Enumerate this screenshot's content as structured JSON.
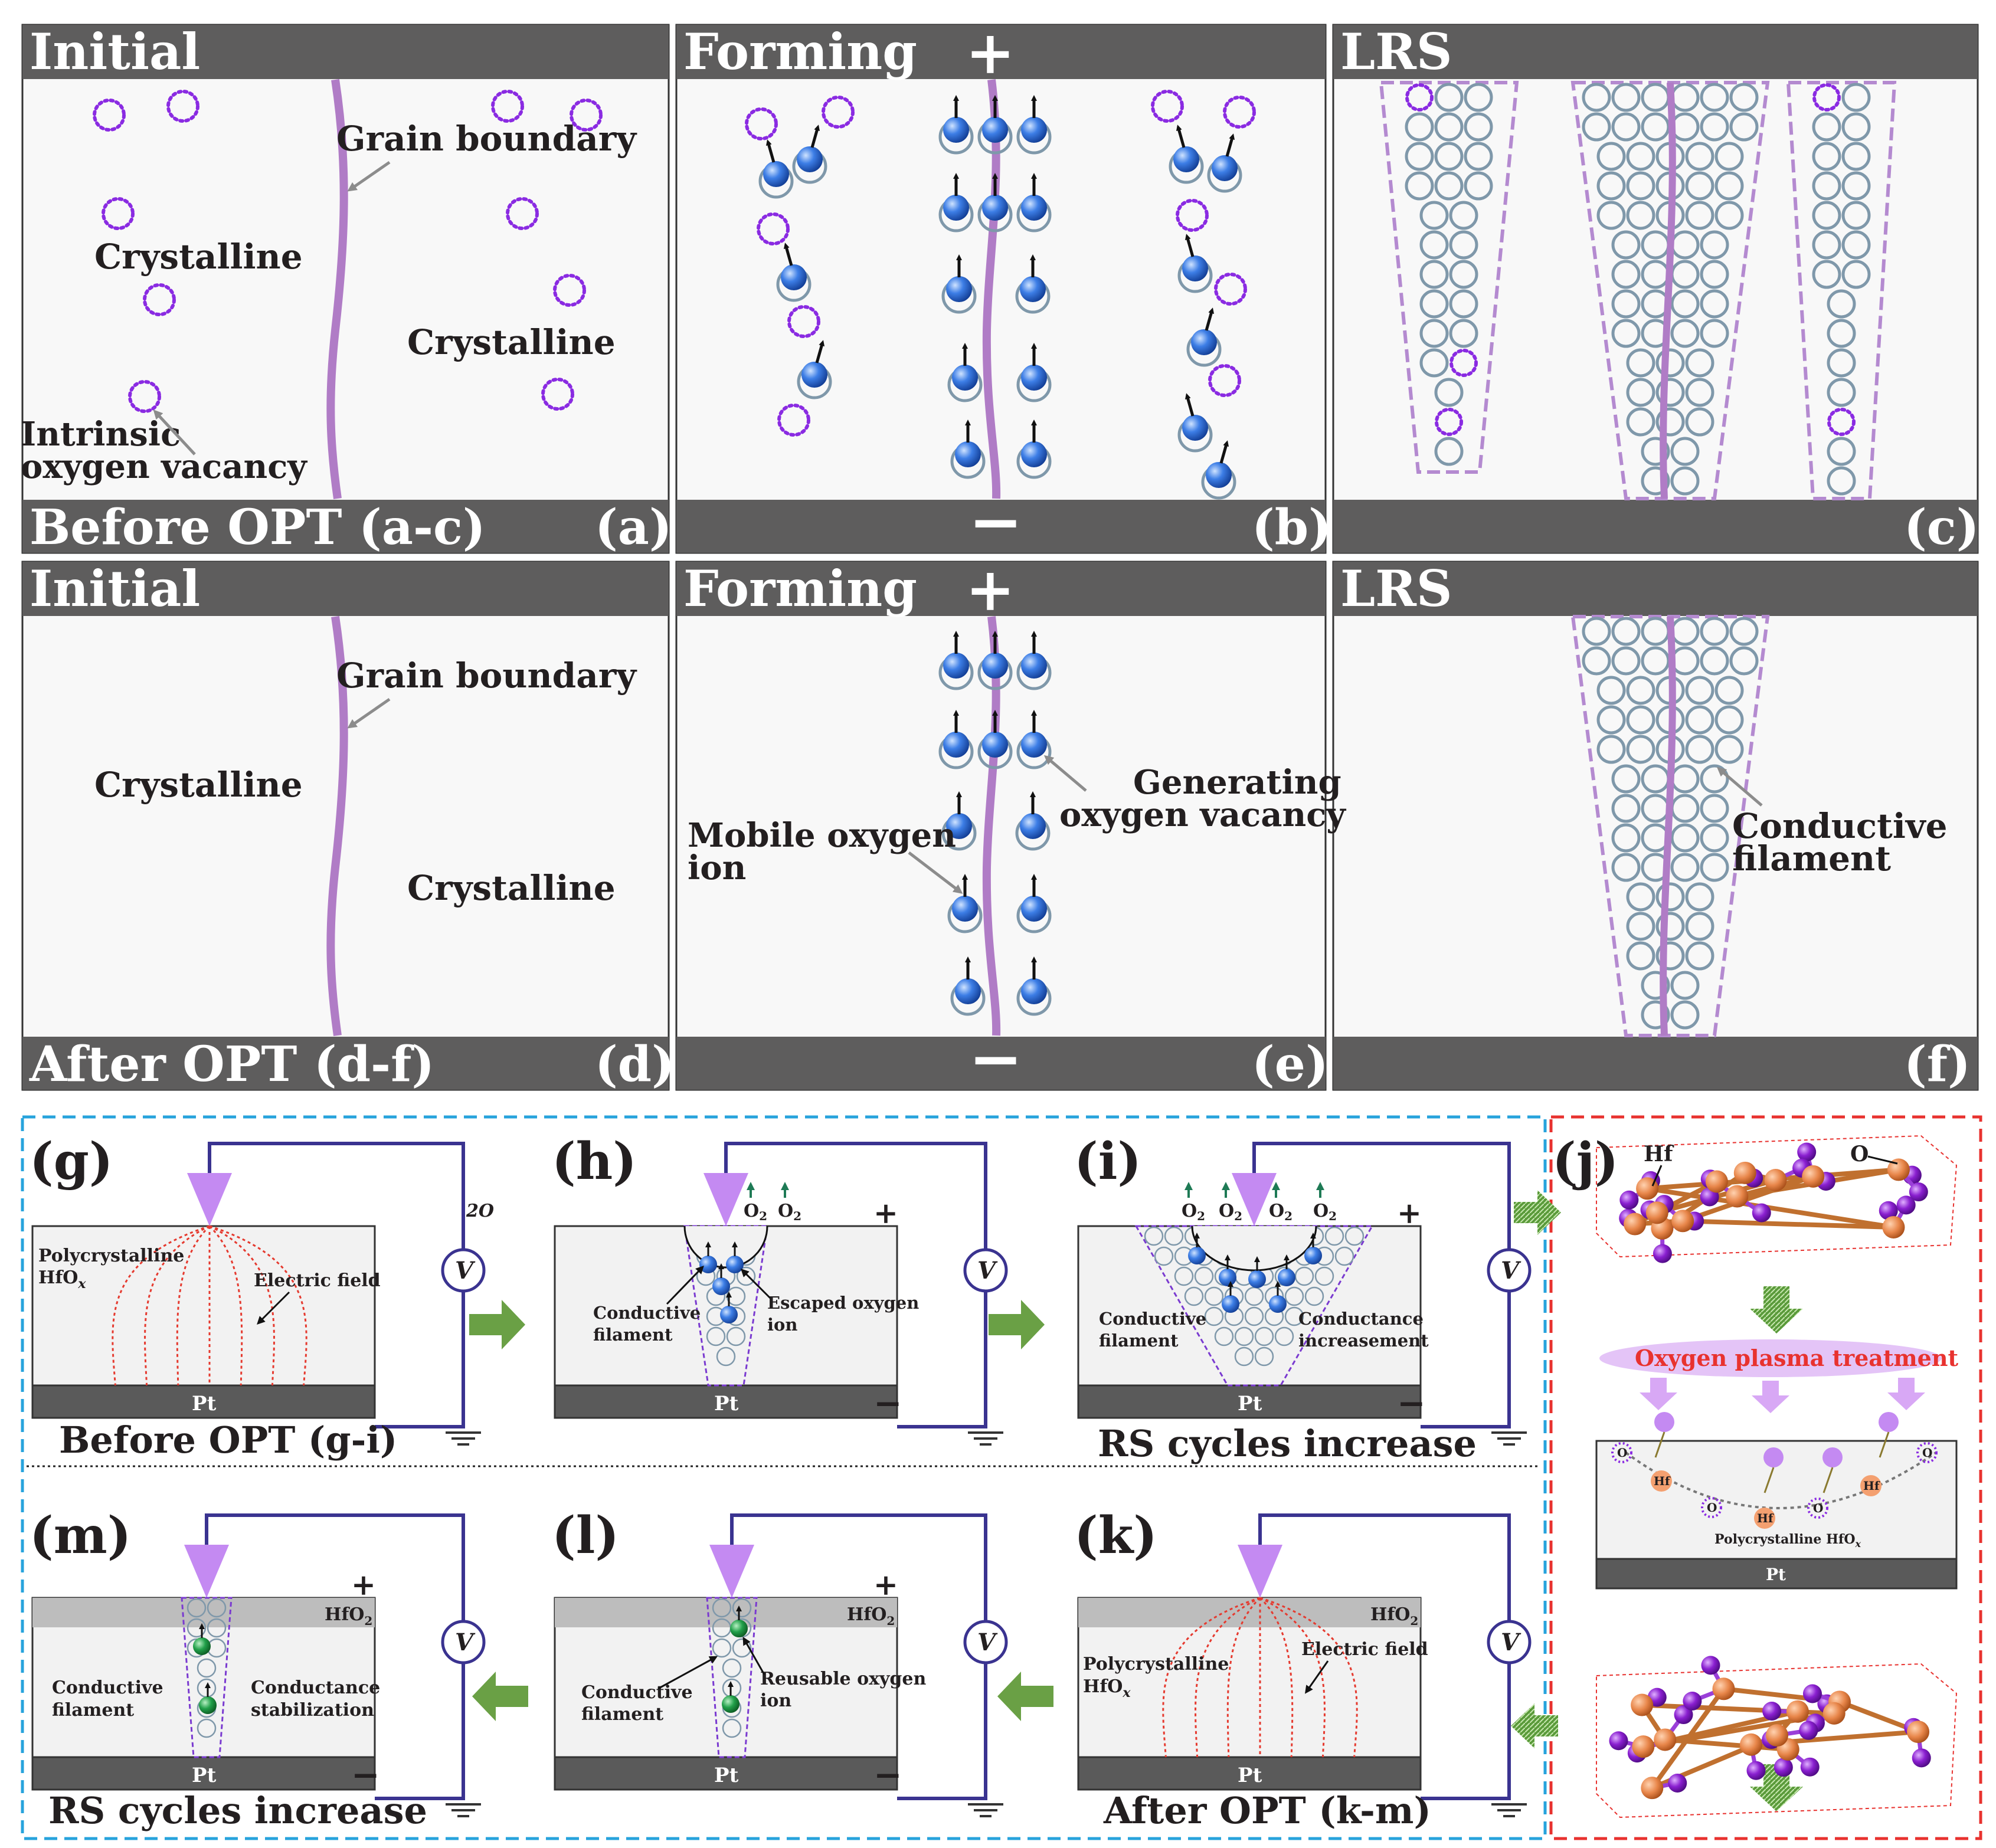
{
  "colors": {
    "bar": "#5e5d5d",
    "panel_bg": "#f8f8f8",
    "grain_boundary": "#b07cc6",
    "vacancy": "#8a2be2",
    "ion": "#2f6fd6",
    "ring": "#7f98aa",
    "filament_border": "#b48ad0",
    "blue_frame": "#27a3dc",
    "red_frame": "#e8322f",
    "green_arrow": "#6aa045",
    "hf_atom": "#e8864a",
    "o_atom": "#8a1fd0",
    "reused_ion": "#1f8a3a",
    "field_lines": "#e53a2f"
  },
  "panels": [
    {
      "id": "a",
      "header": "Initial",
      "footer": "Before OPT (a-c)",
      "letter": "(a)"
    },
    {
      "id": "b",
      "header": "Forming",
      "header_sign": "+",
      "footer_sign": "−",
      "letter": "(b)"
    },
    {
      "id": "c",
      "header": "LRS",
      "letter": "(c)"
    },
    {
      "id": "d",
      "header": "Initial",
      "footer": "After OPT (d-f)",
      "letter": "(d)"
    },
    {
      "id": "e",
      "header": "Forming",
      "header_sign": "+",
      "footer_sign": "−",
      "letter": "(e)"
    },
    {
      "id": "f",
      "header": "LRS",
      "letter": "(f)"
    }
  ],
  "labels": {
    "grain_boundary": "Grain boundary",
    "crystalline": "Crystalline",
    "intrinsic_1": "Intrinsic",
    "intrinsic_2": "oxygen vacancy",
    "mobile_1": "Mobile oxygen",
    "mobile_2": "ion",
    "generating_1": "Generating",
    "generating_2": "oxygen vacancy",
    "conductive_1": "Conductive",
    "conductive_2": "filament"
  },
  "bottom": {
    "g": {
      "letter": "(g)",
      "poly_1": "Polycrystalline",
      "poly_2": "HfO",
      "poly_sub": "x",
      "field": "Electric field",
      "electrode": "Pt",
      "caption": "Before OPT (g-i)"
    },
    "h": {
      "letter": "(h)",
      "equation": "2O",
      "o2": "O",
      "o2_sub": "2",
      "cf_1": "Conductive",
      "cf_2": "filament",
      "esc_1": "Escaped oxygen",
      "esc_2": "ion",
      "electrode": "Pt",
      "plus": "+",
      "minus": "−"
    },
    "i": {
      "letter": "(i)",
      "cf_1": "Conductive",
      "cf_2": "filament",
      "ci_1": "Conductance",
      "ci_2": "increasement",
      "electrode": "Pt",
      "caption": "RS cycles increase",
      "plus": "+",
      "minus": "−"
    },
    "j": {
      "letter": "(j)",
      "hf": "Hf",
      "o": "O",
      "treatment": "Oxygen plasma treatment",
      "poly": "Polycrystalline HfO",
      "poly_sub": "x",
      "electrode": "Pt"
    },
    "k": {
      "letter": "(k)",
      "hfo2": "HfO",
      "hfo2_sub": "2",
      "poly_1": "Polycrystalline",
      "poly_2": "HfO",
      "poly_sub": "x",
      "field": "Electric field",
      "electrode": "Pt",
      "caption": "After OPT (k-m)"
    },
    "l": {
      "letter": "(l)",
      "hfo2": "HfO",
      "hfo2_sub": "2",
      "cf_1": "Conductive",
      "cf_2": "filament",
      "re_1": "Reusable oxygen",
      "re_2": "ion",
      "electrode": "Pt",
      "plus": "+",
      "minus": "−"
    },
    "m": {
      "letter": "(m)",
      "hfo2": "HfO",
      "hfo2_sub": "2",
      "cf_1": "Conductive",
      "cf_2": "filament",
      "cs_1": "Conductance",
      "cs_2": "stabilization",
      "electrode": "Pt",
      "caption": "RS cycles increase",
      "plus": "+",
      "minus": "−"
    },
    "voltmeter": "V"
  }
}
